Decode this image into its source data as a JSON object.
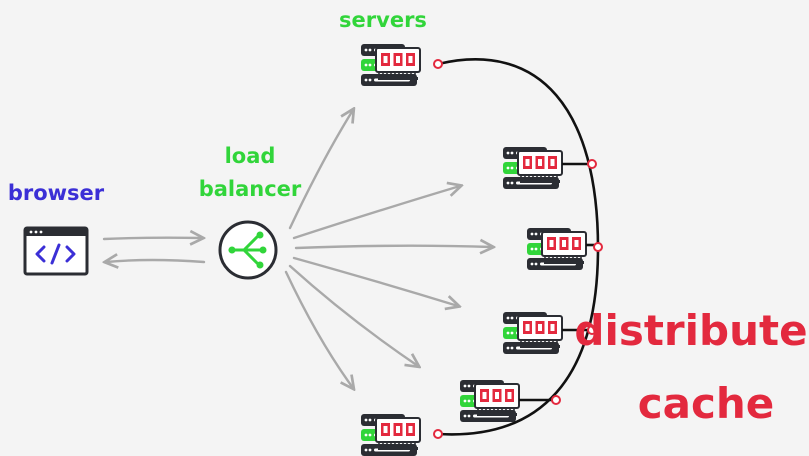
{
  "labels": {
    "browser": "browser",
    "load": "load",
    "balancer": "balancer",
    "servers": "servers",
    "distributed": "distributed",
    "cache": "cache"
  },
  "icons": {
    "browser": "code-window-icon",
    "load_balancer": "load-balancer-icon",
    "server": "server-rack-icon",
    "cache_card": "memory-card-icon"
  },
  "colors": {
    "background": "#f4f4f4",
    "browser_label": "#3b2fd6",
    "green": "#31d53a",
    "red": "#e3293e",
    "dark": "#2b2d33",
    "arrow": "#a9a9a9",
    "line": "#111111"
  },
  "server_count": 6
}
